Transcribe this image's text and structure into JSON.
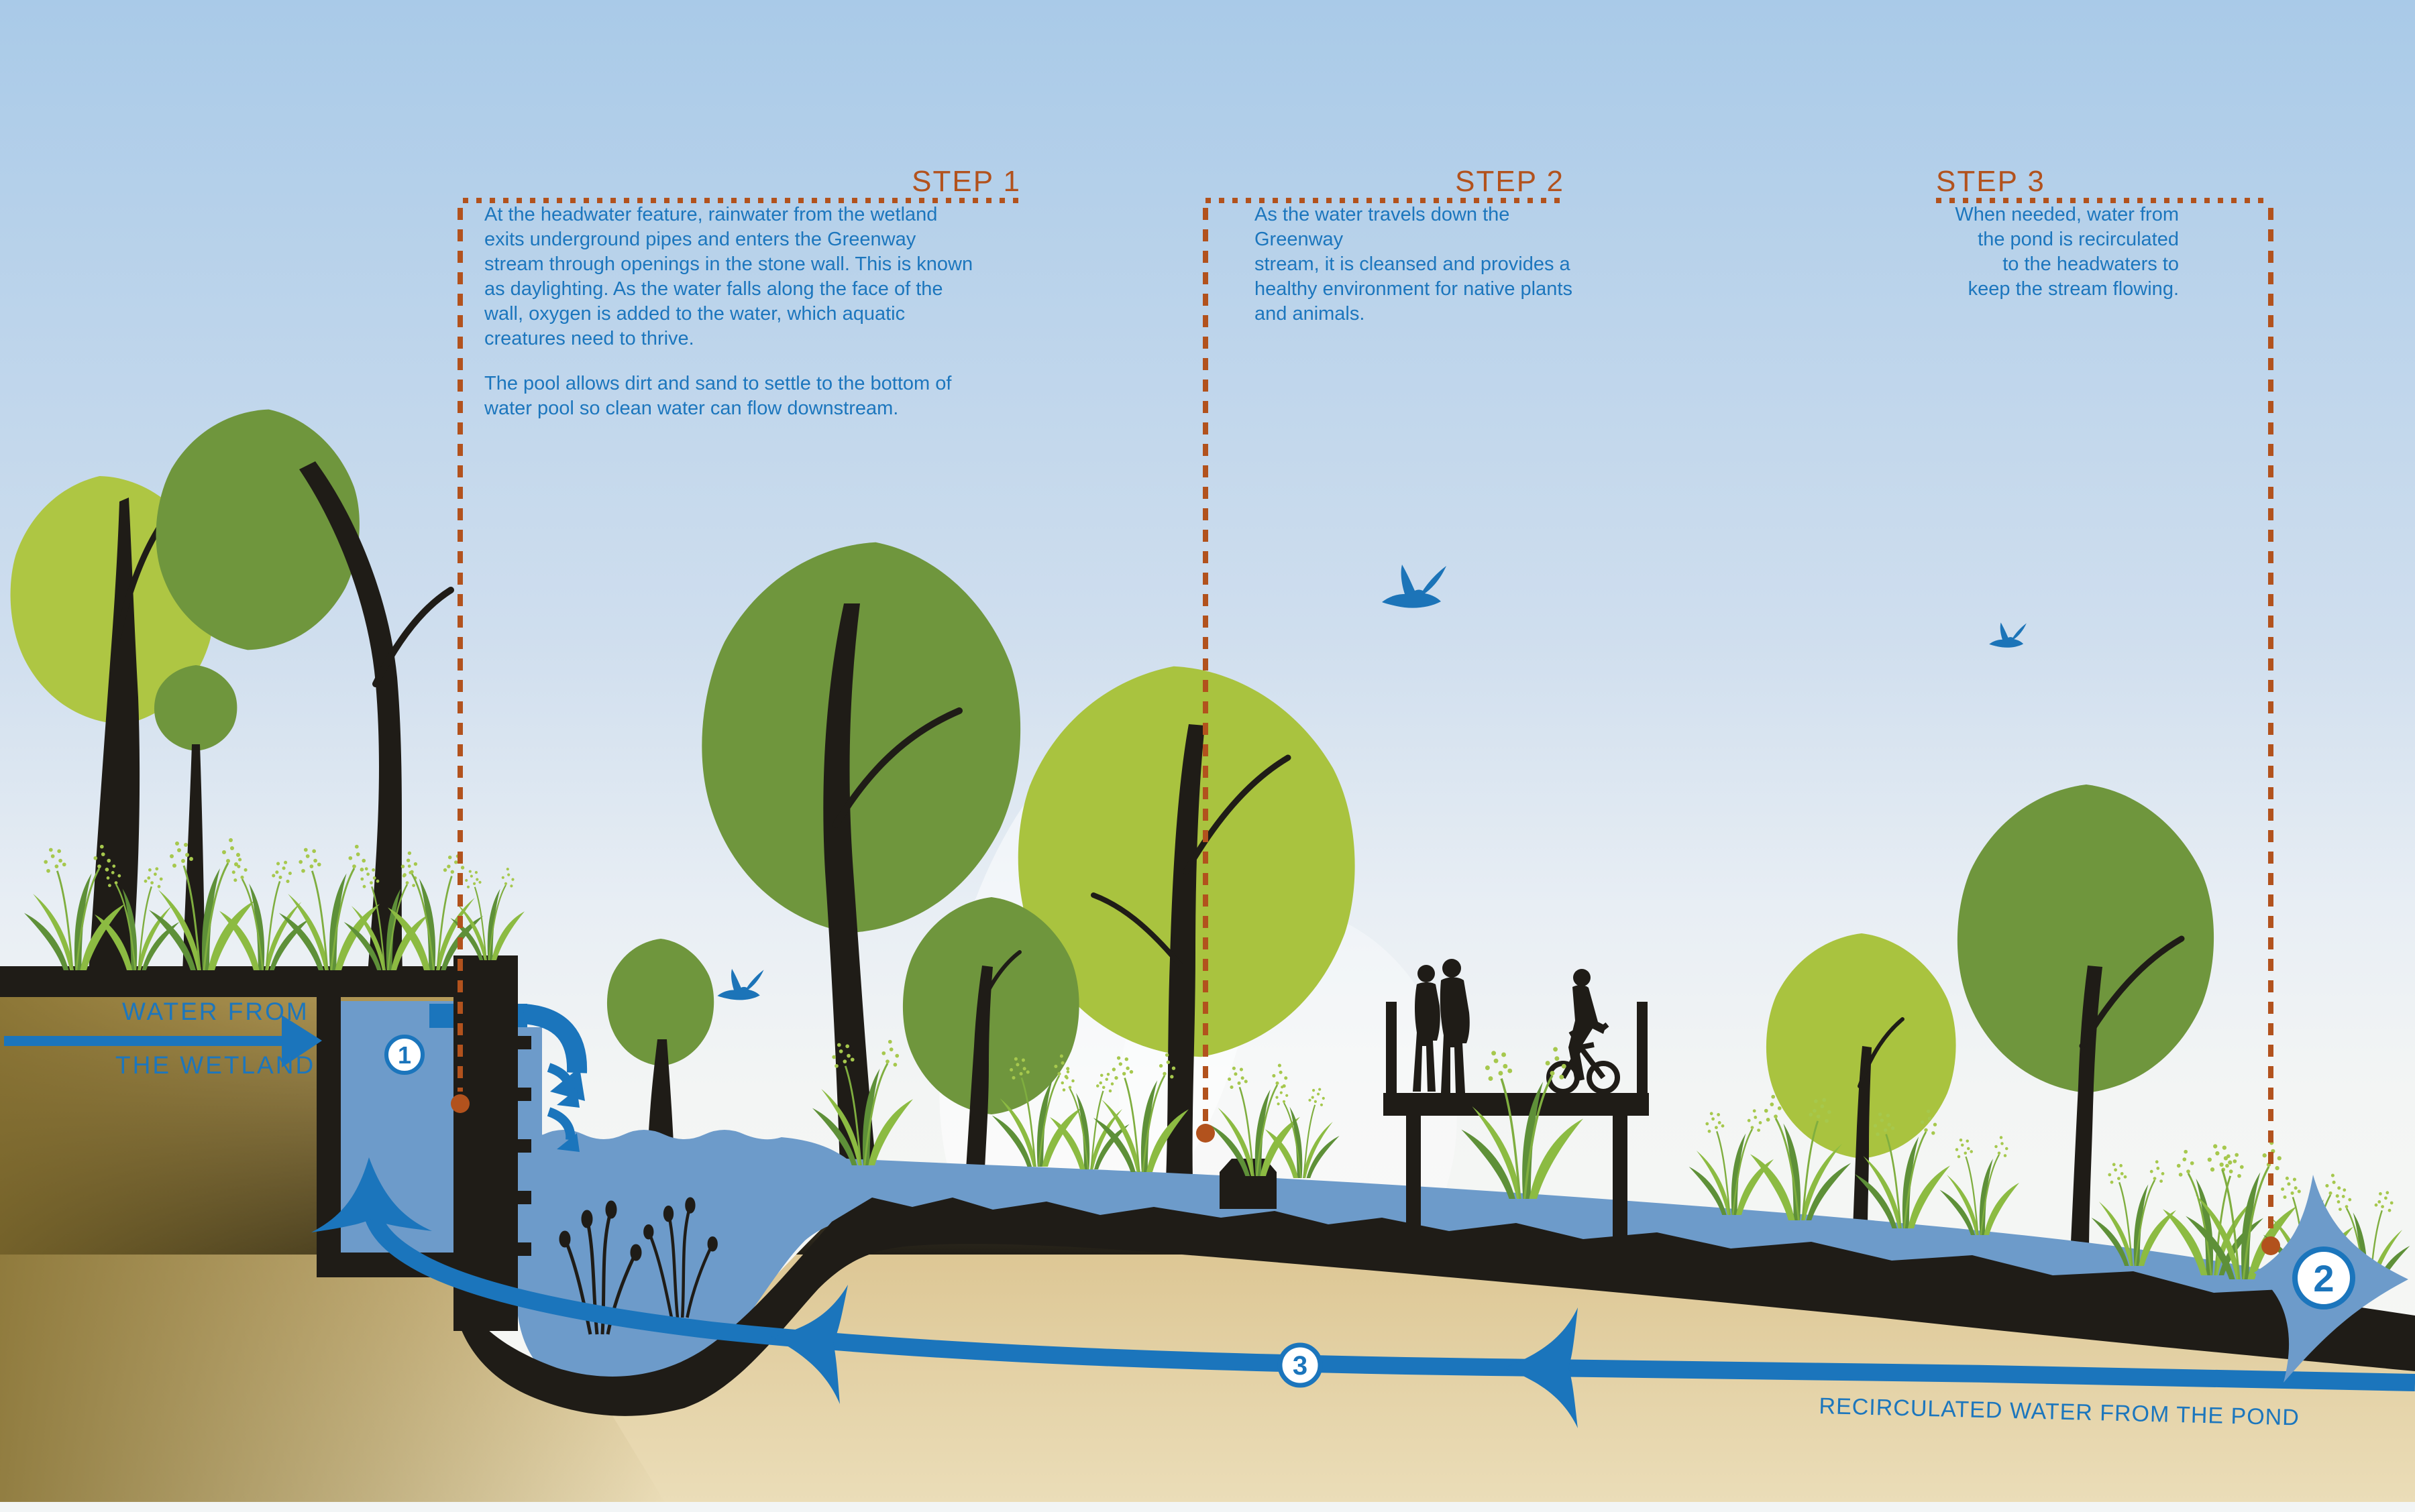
{
  "steps": [
    {
      "title": "STEP 1",
      "body": "At the headwater feature, rainwater from the wetland\nexits underground pipes and enters the Greenway\nstream through openings in the stone wall. This is known\nas daylighting. As the water falls along the face of the\nwall, oxygen is added to the water, which aquatic\ncreatures need to thrive.",
      "body2": "The pool allows dirt and sand to settle to the bottom of\nwater pool so clean water can flow downstream."
    },
    {
      "title": "STEP 2",
      "body": "As the water travels down the Greenway\nstream, it is cleansed and provides a\nhealthy environment for native plants\nand animals."
    },
    {
      "title": "STEP 3",
      "body": "When needed, water from\nthe pond is recirculated\nto the headwaters to\nkeep the stream flowing."
    }
  ],
  "labels": {
    "wetland_line1": "WATER FROM",
    "wetland_line2": "THE WETLAND",
    "recirculated": "RECIRCULATED WATER FROM THE POND"
  },
  "markers": {
    "m1": "1",
    "m2": "2",
    "m3": "3"
  },
  "colors": {
    "accent_rust": "#b2521d",
    "text_blue": "#1c76bd",
    "water_light": "#6d9bca",
    "water_dark": "#1b75bc",
    "tree_light": "#a9c33f",
    "tree_olive": "#6f963d",
    "grass_light": "#8cbb42",
    "grass_dark": "#5e9038",
    "silhouette": "#1f1c17",
    "soil_dark": "#a28d45",
    "soil_light": "#e9dcb8",
    "sky_top": "#a9cae8"
  }
}
